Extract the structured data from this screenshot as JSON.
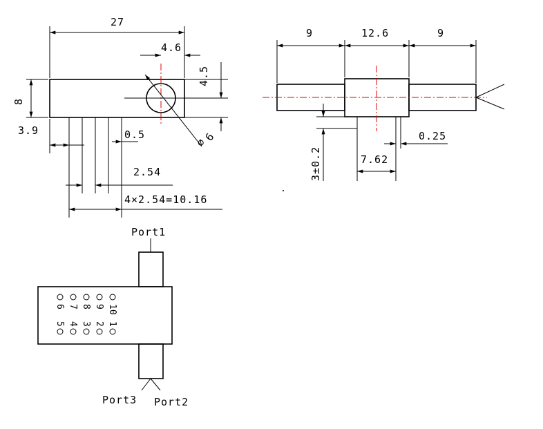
{
  "dimensions": {
    "total_length": "27",
    "hole_offset": "4.6",
    "hole_height": "4.5",
    "body_height": "8",
    "hole_diameter": "6",
    "pin_offset": "3.9",
    "pin_width": "0.5",
    "pin_pitch": "2.54",
    "pin_span": "4×2.54=10.16",
    "side_left": "9",
    "side_mid": "12.6",
    "side_right": "9",
    "pin_length": "3±0.2",
    "pin_spacing_side": "7.62",
    "pin_thickness": "0.25"
  },
  "ports": {
    "port1": "Port1",
    "port2": "Port2",
    "port3": "Port3"
  },
  "pins": {
    "top_row": [
      "6",
      "7",
      "8",
      "9",
      "10"
    ],
    "bottom_row": [
      "5",
      "4",
      "3",
      "2",
      "1"
    ]
  },
  "colors": {
    "line": "#000000",
    "centerline": "#e00000"
  }
}
